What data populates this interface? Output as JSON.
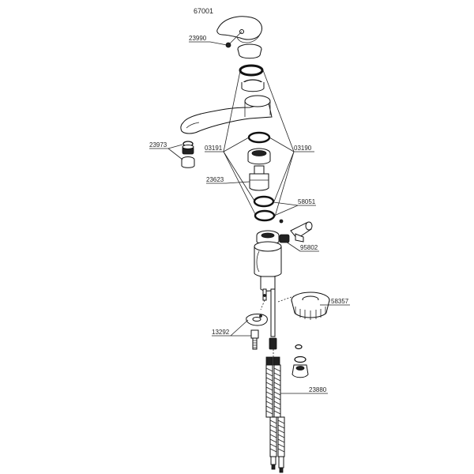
{
  "diagram": {
    "title": "67001",
    "part_numbers": {
      "p23990": "23990",
      "p23973": "23973",
      "p03191": "03191",
      "p03190": "03190",
      "p23623": "23623",
      "p58051": "58051",
      "p95802": "95802",
      "p58357": "58357",
      "p13292": "13292",
      "p23880": "23880"
    }
  }
}
